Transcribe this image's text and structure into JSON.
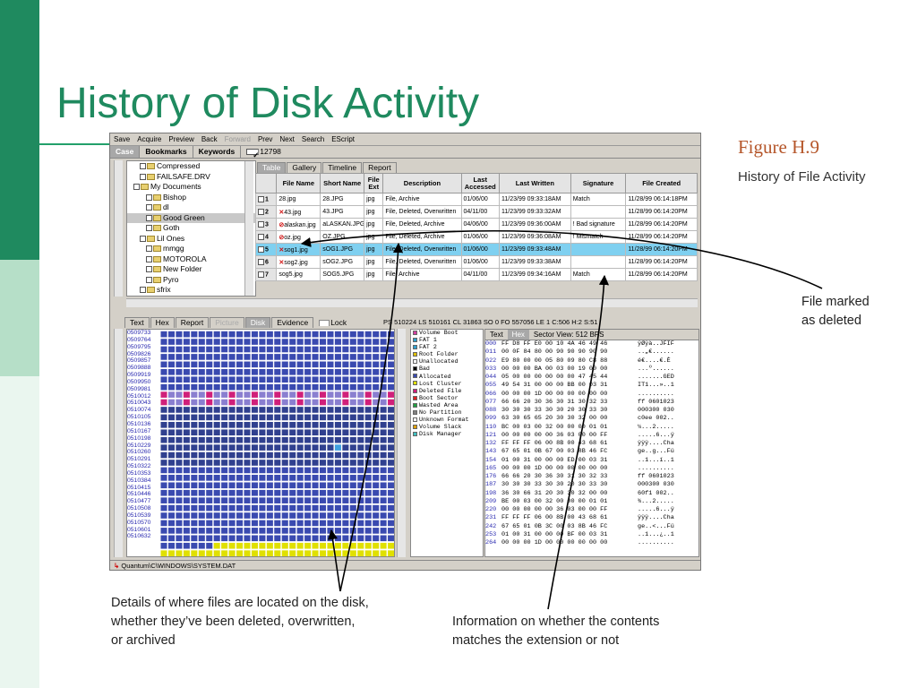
{
  "title": "History of Disk Activity",
  "figure": {
    "label": "Figure H.9",
    "caption": "History of File Activity"
  },
  "annotations": {
    "deleted": [
      "File marked",
      "as deleted"
    ],
    "details": [
      "Details of where files are located on the disk,",
      "whether they’ve been deleted, overwritten,",
      "or archived"
    ],
    "signature": [
      "Information on whether the contents",
      "matches the extension or not"
    ]
  },
  "colors": {
    "accent_green": "#1f8a5f",
    "figure_label": "#b5562a",
    "selected_row": "#7fd0f0",
    "allocated": "#3a4ab0",
    "deleted_file": "#d0207a"
  },
  "app": {
    "toolbar": [
      {
        "label": "Save",
        "enabled": true
      },
      {
        "label": "Acquire",
        "enabled": true
      },
      {
        "label": "Preview",
        "enabled": true
      },
      {
        "label": "Back",
        "enabled": true
      },
      {
        "label": "Forward",
        "enabled": false
      },
      {
        "label": "Prev",
        "enabled": true
      },
      {
        "label": "Next",
        "enabled": true
      },
      {
        "label": "Search",
        "enabled": true
      },
      {
        "label": "EScript",
        "enabled": true
      }
    ],
    "case_tabs": [
      "Case",
      "Bookmarks",
      "Keywords"
    ],
    "selection_count": "12798",
    "tree": [
      {
        "label": "Compressed",
        "indent": 2
      },
      {
        "label": "FAILSAFE.DRV",
        "indent": 2
      },
      {
        "label": "My Documents",
        "indent": 1
      },
      {
        "label": "Bishop",
        "indent": 3
      },
      {
        "label": "dl",
        "indent": 3
      },
      {
        "label": "Good Green",
        "indent": 3
      },
      {
        "label": "Goth",
        "indent": 3
      },
      {
        "label": "Lil Ones",
        "indent": 2
      },
      {
        "label": "mmgg",
        "indent": 3
      },
      {
        "label": "MOTOROLA",
        "indent": 3
      },
      {
        "label": "New Folder",
        "indent": 3
      },
      {
        "label": "Pyro",
        "indent": 3
      },
      {
        "label": "sfrix",
        "indent": 2
      }
    ],
    "view_tabs": [
      "Table",
      "Gallery",
      "Timeline",
      "Report"
    ],
    "table": {
      "headers": [
        "File Name",
        "Short Name",
        "File Ext",
        "Description",
        "Last Accessed",
        "Last Written",
        "Signature",
        "File Created"
      ],
      "rows": [
        {
          "n": "1",
          "mark": "",
          "name": "28.jpg",
          "short": "28.JPG",
          "ext": "jpg",
          "desc": "File, Archive",
          "acc": "01/06/00",
          "written": "11/23/99 09:33:18AM",
          "sig": "Match",
          "created": "11/28/99 06:14:18PM"
        },
        {
          "n": "2",
          "mark": "✕",
          "name": "43.jpg",
          "short": "43.JPG",
          "ext": "jpg",
          "desc": "File, Deleted, Overwritten",
          "acc": "04/11/00",
          "written": "11/23/99 09:33:32AM",
          "sig": "",
          "created": "11/28/99 06:14:20PM"
        },
        {
          "n": "3",
          "mark": "⊘",
          "name": "alaskan.jpg",
          "short": "aLASKAN.JPG",
          "ext": "jpg",
          "desc": "File, Deleted, Archive",
          "acc": "04/06/00",
          "written": "11/23/99 09:36:00AM",
          "sig": "! Bad signature",
          "created": "11/28/99 06:14:20PM"
        },
        {
          "n": "4",
          "mark": "⊘",
          "name": "oz.jpg",
          "short": "OZ.JPG",
          "ext": "jpg",
          "desc": "File, Deleted, Archive",
          "acc": "01/06/00",
          "written": "11/23/99 09:36:08AM",
          "sig": "! Mismatch",
          "created": "11/28/99 06:14:20PM"
        },
        {
          "n": "5",
          "mark": "✕",
          "name": "sog1.jpg",
          "short": "sOG1.JPG",
          "ext": "jpg",
          "desc": "File, Deleted, Overwritten",
          "acc": "01/06/00",
          "written": "11/23/99 09:33:48AM",
          "sig": "",
          "created": "11/28/99 06:14:20PM",
          "selected": true
        },
        {
          "n": "6",
          "mark": "✕",
          "name": "sog2.jpg",
          "short": "sOG2.JPG",
          "ext": "jpg",
          "desc": "File, Deleted, Overwritten",
          "acc": "01/06/00",
          "written": "11/23/99 09:33:38AM",
          "sig": "",
          "created": "11/28/99 06:14:20PM"
        },
        {
          "n": "7",
          "mark": "",
          "name": "sog5.jpg",
          "short": "SOG5.JPG",
          "ext": "jpg",
          "desc": "File, Archive",
          "acc": "04/11/00",
          "written": "11/23/99 09:34:16AM",
          "sig": "Match",
          "created": "11/28/99 06:14:20PM"
        }
      ]
    },
    "bottom_tabs": [
      "Text",
      "Hex",
      "Report",
      "Picture",
      "Disk",
      "Evidence"
    ],
    "lock_label": "Lock",
    "status": "PS 510224  LS 510161  CL 31863  SO 0  FO 557056  LE 1  C:506 H:2 S:51",
    "disk_offsets": [
      "0509733",
      "0509764",
      "0509795",
      "0509826",
      "0509857",
      "0509888",
      "0509919",
      "0509950",
      "0509981",
      "0510012",
      "0510043",
      "0510074",
      "0510105",
      "0510136",
      "0510167",
      "0510198",
      "0510229",
      "0510260",
      "0510291",
      "0510322",
      "0510353",
      "0510384",
      "0510415",
      "0510446",
      "0510477",
      "0510508",
      "0510539",
      "0510570",
      "0510601",
      "0510632"
    ],
    "legend": [
      {
        "label": "Volume Boot",
        "color": "#d040a0"
      },
      {
        "label": "FAT 1",
        "color": "#30a0d0"
      },
      {
        "label": "FAT 2",
        "color": "#30a0d0"
      },
      {
        "label": "Root Folder",
        "color": "#e0c000"
      },
      {
        "label": "Unallocated",
        "color": "#ffffff"
      },
      {
        "label": "Bad",
        "color": "#000000"
      },
      {
        "label": "Allocated",
        "color": "#3a4ab0"
      },
      {
        "label": "Lost Cluster",
        "color": "#e0e000"
      },
      {
        "label": "Deleted File",
        "color": "#d0207a"
      },
      {
        "label": "Boot Sector",
        "color": "#e02020"
      },
      {
        "label": "Wasted Area",
        "color": "#20a040"
      },
      {
        "label": "No Partition",
        "color": "#808080"
      },
      {
        "label": "Unknown Format",
        "color": "#ffffff"
      },
      {
        "label": "Volume Slack",
        "color": "#e0a000"
      },
      {
        "label": "Disk Manager",
        "color": "#40c0c0"
      }
    ],
    "hex_tabs": [
      "Text",
      "Hex"
    ],
    "sector_view": "Sector View: 512 BPS",
    "hex_rows": [
      {
        "o": "000",
        "b": "FF D8 FF E0 00 10 4A 46 49 46",
        "a": "ÿØÿà..JFIF"
      },
      {
        "o": "011",
        "b": "00 0F 84 80 00 90 90 90 90 90",
        "a": "..„€......"
      },
      {
        "o": "022",
        "b": "E9 80 00 00 05 80 09 80 C8 88",
        "a": "é€....€.È"
      },
      {
        "o": "033",
        "b": "00 00 00 BA 00 03 00 19 00 00",
        "a": "...º......"
      },
      {
        "o": "044",
        "b": "05 00 00 00 00 00 00 47 45 44",
        "a": ".......GED"
      },
      {
        "o": "055",
        "b": "49 54 31 00 00 00 BB 00 03 31",
        "a": "IT1...»..1"
      },
      {
        "o": "066",
        "b": "00 00 00 1D 00 00 00 00 00 00",
        "a": ".........."
      },
      {
        "o": "077",
        "b": "66 66 20 30 36 30 31 30 32 33",
        "a": "ff 0601023"
      },
      {
        "o": "088",
        "b": "30 30 30 33 30 30 20 30 33 30",
        "a": "000300 030"
      },
      {
        "o": "099",
        "b": "63 30 65 65 20 30 30 32 00 00",
        "a": "c0ee 002.."
      },
      {
        "o": "110",
        "b": "BC 00 03 00 32 00 00 00 01 01",
        "a": "¼...2....."
      },
      {
        "o": "121",
        "b": "00 00 00 00 00 36 03 00 00 FF",
        "a": ".....6...ÿ"
      },
      {
        "o": "132",
        "b": "FF FF FF 06 00 8B 00 43 68 61",
        "a": "ÿÿÿ....Cha"
      },
      {
        "o": "143",
        "b": "67 65 01 0B 67 00 03 8B 46 FC",
        "a": "ge..g...Fü"
      },
      {
        "o": "154",
        "b": "01 00 31 00 00 00 ED 00 03 31",
        "a": "..1...í..1"
      },
      {
        "o": "165",
        "b": "00 00 00 1D 00 00 00 00 00 00",
        "a": ".........."
      },
      {
        "o": "176",
        "b": "66 66 20 30 36 30 31 30 32 33",
        "a": "ff 0601023"
      },
      {
        "o": "187",
        "b": "30 30 30 33 30 30 20 30 33 30",
        "a": "000300 030"
      },
      {
        "o": "198",
        "b": "36 30 66 31 20 30 30 32 00 00",
        "a": "60f1 002.."
      },
      {
        "o": "209",
        "b": "BE 00 03 00 32 00 00 00 01 01",
        "a": "¾...2....."
      },
      {
        "o": "220",
        "b": "00 00 00 00 00 36 03 00 00 FF",
        "a": ".....6...ÿ"
      },
      {
        "o": "231",
        "b": "FF FF FF 06 00 8B 00 43 68 61",
        "a": "ÿÿÿ....Cha"
      },
      {
        "o": "242",
        "b": "67 65 01 0B 3C 00 03 8B 46 FC",
        "a": "ge..<...Fü"
      },
      {
        "o": "253",
        "b": "01 00 31 00 00 00 BF 00 03 31",
        "a": "..1...¿..1"
      },
      {
        "o": "264",
        "b": "00 00 00 1D 00 00 00 00 00 00",
        "a": ".........."
      }
    ],
    "path": "Quantum\\C\\WINDOWS\\SYSTEM.DAT"
  }
}
